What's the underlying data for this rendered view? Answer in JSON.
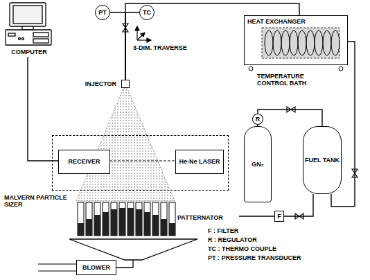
{
  "diagram": {
    "nodes": [
      {
        "text": [
          "COMPUTER"
        ]
      },
      {
        "text": [
          "PT"
        ]
      },
      {
        "text": [
          "TC"
        ]
      },
      {
        "text": [
          "HEAT EXCHANGER",
          "TEMPERATURE CONTROL BATH"
        ]
      },
      {
        "text": [
          "INJECTOR"
        ]
      },
      {
        "text": [
          "MALVERN PARTICLE SIZER"
        ]
      },
      {
        "text": [
          "RECEIVER"
        ],
        "in": 5
      },
      {
        "text": [
          "He-Ne LASER"
        ],
        "in": 5
      },
      {
        "text": [
          "PATTERNATOR"
        ]
      },
      {
        "text": [
          "GN₂"
        ]
      },
      {
        "text": [
          "R"
        ]
      },
      {
        "text": [
          "FUEL TANK"
        ]
      },
      {
        "text": [
          "F"
        ]
      },
      {
        "text": [
          "BLOWER"
        ]
      }
    ],
    "edges": [
      {
        "from": 0,
        "to": 6,
        "arrow": "none"
      },
      {
        "from": 1,
        "to": 4,
        "arrow": "none"
      },
      {
        "from": 2,
        "to": 4,
        "arrow": "none"
      },
      {
        "from": 3,
        "to": 4,
        "arrow": "none"
      },
      {
        "from": 3,
        "to": 11,
        "arrow": "none"
      },
      {
        "from": 10,
        "to": 11,
        "arrow": "none"
      },
      {
        "from": 11,
        "to": 12,
        "arrow": "none"
      },
      {
        "from": 9,
        "to": 10,
        "arrow": "none"
      }
    ],
    "labels": [
      "3-DIM. TRAVERSE",
      "F : FILTER",
      "R : REGULATOR",
      "TC : THERMO COUPLE",
      "PT : PRESSURE TRANSDUCER"
    ]
  }
}
